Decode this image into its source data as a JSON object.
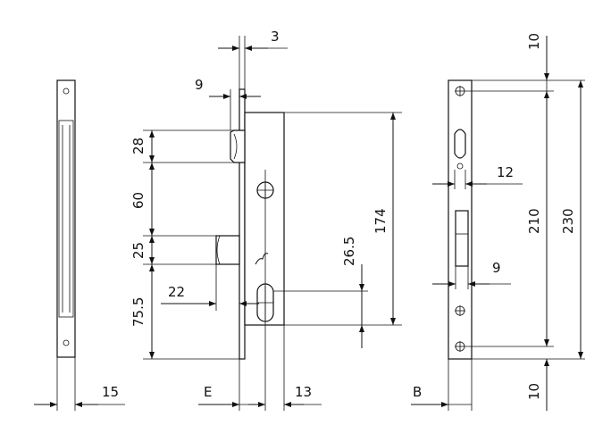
{
  "drawing": {
    "dimensions": {
      "faceplate_thickness": "3",
      "bolt_projection": "9",
      "latch_height": "28",
      "latch_to_cylinder": "60",
      "deadbolt_height": "25",
      "backset_bottom": "75.5",
      "deadbolt_throw": "22",
      "cylinder_offset": "26.5",
      "case_height": "174",
      "side_width": "15",
      "backset_label": "E",
      "case_depth": "13",
      "strike_top_margin": "10",
      "strike_width": "12",
      "hole_spacing": "210",
      "strike_length": "230",
      "slot_width": "9",
      "strike_bottom_margin": "10",
      "strike_label": "B"
    }
  }
}
